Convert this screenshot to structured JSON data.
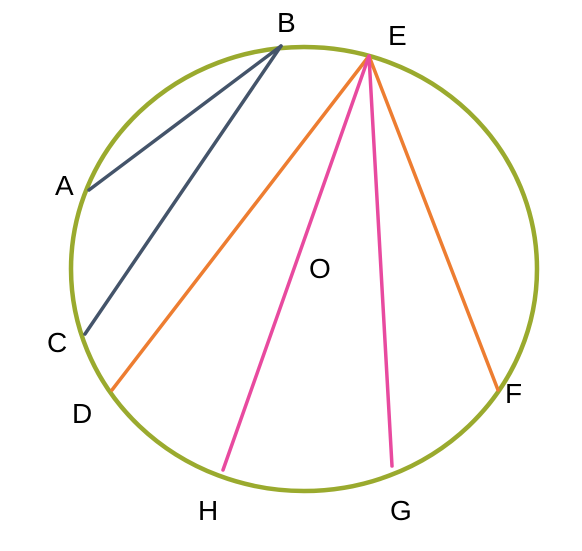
{
  "diagram": {
    "center_label": "O",
    "points": {
      "A": "A",
      "B": "B",
      "C": "C",
      "D": "D",
      "E": "E",
      "F": "F",
      "G": "G",
      "H": "H"
    },
    "chords": [
      {
        "from": "B",
        "to": "A",
        "group": "blue"
      },
      {
        "from": "B",
        "to": "C",
        "group": "blue"
      },
      {
        "from": "E",
        "to": "D",
        "group": "orange"
      },
      {
        "from": "E",
        "to": "F",
        "group": "orange"
      },
      {
        "from": "E",
        "to": "H",
        "group": "pink"
      },
      {
        "from": "E",
        "to": "G",
        "group": "pink"
      }
    ],
    "colors": {
      "circle": "#9aaa2e",
      "blue": "#44546a",
      "orange": "#ed7d31",
      "pink": "#e84a9f",
      "text": "#000000"
    }
  }
}
